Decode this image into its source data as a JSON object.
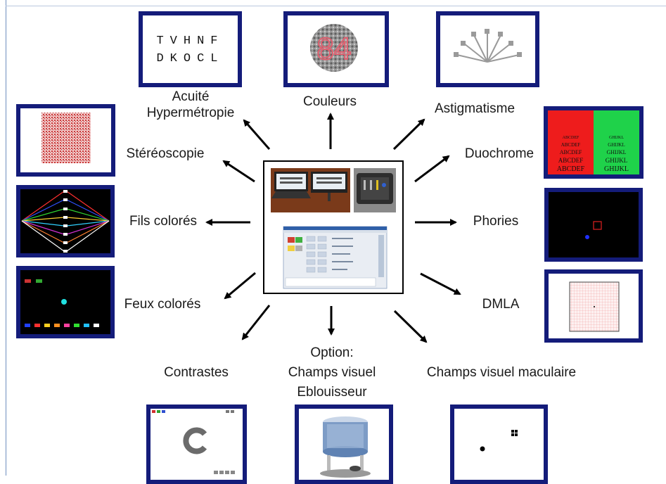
{
  "labels": {
    "acuite": "Acuité",
    "hypermetropie": "Hypermétropie",
    "couleurs": "Couleurs",
    "astigmatisme": "Astigmatisme",
    "stereoscopie": "Stéréoscopie",
    "duochrome": "Duochrome",
    "fils_colores": "Fils colorés",
    "phories": "Phories",
    "feux_colores": "Feux colorés",
    "dmla": "DMLA",
    "contrastes": "Contrastes",
    "option_line1": "Option:",
    "option_line2": "Champs visuel",
    "option_line3": "Eblouisseur",
    "champs_maculaire": "Champs visuel maculaire"
  },
  "acuity_chart": {
    "row1": "TVHNF",
    "row2": "DKOCL"
  },
  "ishihara_number": "84",
  "duochrome": {
    "left_rows": [
      "ABCDEF",
      "ABCDEF",
      "ABCDEF",
      "ABCDEF",
      "ABCDEF"
    ],
    "right_rows": [
      "GHIJKL",
      "GHIJKL",
      "GHIJKL",
      "GHIJKL",
      "GHIJKL"
    ],
    "colors": {
      "red": "#ee1c1c",
      "green": "#1fd24a"
    }
  },
  "colors": {
    "frame": "#141c7a",
    "arrow": "#000000"
  }
}
